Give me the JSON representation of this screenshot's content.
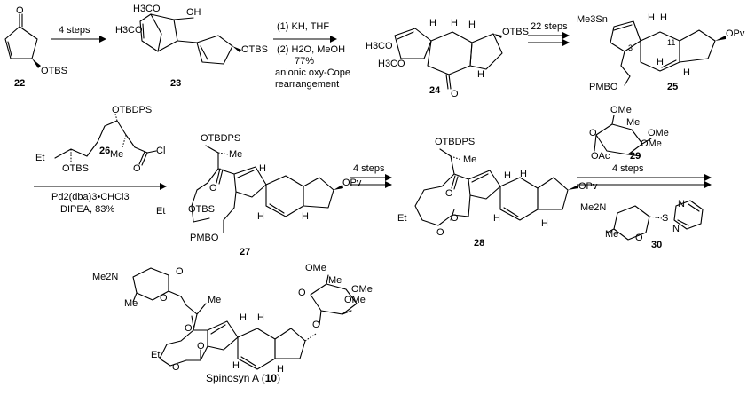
{
  "row1": {
    "c22": {
      "label": "22",
      "o": "O",
      "otbs": "OTBS"
    },
    "arrow1": {
      "above": "4 steps"
    },
    "c23": {
      "label": "23",
      "h3co_top": "H3CO",
      "h3co_bottom": "H3CO",
      "oh": "OH",
      "otbs": "OTBS"
    },
    "arrow2": {
      "cond1": "(1) KH, THF",
      "cond2": "(2) H2O, MeOH",
      "yield": "77%",
      "note1": "anionic oxy-Cope",
      "note2": "rearrangement"
    },
    "c24": {
      "label": "24",
      "h3co_top": "H3CO",
      "h3co_bottom": "H3CO",
      "otbs": "OTBS",
      "h1": "H",
      "h2": "H",
      "h3": "H",
      "h4": "H",
      "o": "O"
    },
    "arrow3": {
      "above": "22 steps"
    },
    "c25": {
      "label": "25",
      "me3sn": "Me3Sn",
      "h1": "H",
      "h2": "H",
      "h3": "H",
      "h4": "H",
      "n3": "3",
      "n11": "11",
      "opv": "OPv",
      "pmbo": "PMBO"
    }
  },
  "row2": {
    "c26": {
      "label": "26",
      "otbdps": "OTBDPS",
      "et": "Et",
      "me": "Me",
      "cl": "Cl",
      "o": "O",
      "otbs": "OTBS"
    },
    "arrow4": {
      "cond1": "Pd2(dba)3•CHCl3",
      "cond2": "DIPEA, 83%"
    },
    "c27": {
      "label": "27",
      "otbdps": "OTBDPS",
      "me": "Me",
      "o": "O",
      "et": "Et",
      "otbs": "OTBS",
      "pmbo": "PMBO",
      "opv": "OPv",
      "h1": "H",
      "h2": "H",
      "h3": "H"
    },
    "arrow5": {
      "above": "4 steps"
    },
    "c28": {
      "label": "28",
      "otbdps": "OTBDPS",
      "me": "Me",
      "o": "O",
      "et": "Et",
      "o2": "O",
      "o3": "O",
      "opv": "OPv",
      "h1": "H",
      "h2": "H",
      "h3": "H",
      "h4": "H"
    },
    "c29": {
      "label": "29",
      "ome1": "OMe",
      "me": "Me",
      "ome2": "OMe",
      "ome3": "OMe",
      "o": "O",
      "oac": "OAc"
    },
    "arrow6": {
      "below": "4 steps"
    },
    "c30": {
      "label": "30",
      "me2n": "Me2N",
      "me": "Me",
      "o": "O",
      "s": "S",
      "n1": "N",
      "n2": "N"
    }
  },
  "row3": {
    "c10": {
      "name": "Spinosyn A",
      "num": "10",
      "me2n": "Me2N",
      "me1": "Me",
      "o1": "O",
      "o2": "O",
      "me2": "Me",
      "o3": "O",
      "et": "Et",
      "o4": "O",
      "o5": "O",
      "ome1": "OMe",
      "me3": "Me",
      "ome2": "OMe",
      "ome3": "OMe",
      "o6": "O",
      "o7": "O",
      "h1": "H",
      "h2": "H",
      "h3": "H",
      "h4": "H"
    }
  }
}
